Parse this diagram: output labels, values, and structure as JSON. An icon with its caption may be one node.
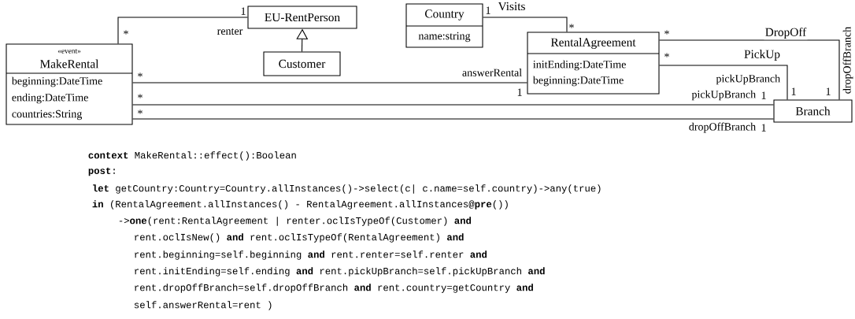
{
  "diagram": {
    "nodes": [
      {
        "text": [
          "«event»",
          "MakeRental",
          "beginning:DateTime",
          "ending:DateTime",
          "countries:String"
        ]
      },
      {
        "text": [
          "EU-RentPerson"
        ]
      },
      {
        "text": [
          "Customer"
        ]
      },
      {
        "text": [
          "Country",
          "name:string"
        ]
      },
      {
        "text": [
          "RentalAgreement",
          "initEnding:DateTime",
          "beginning:DateTime"
        ]
      },
      {
        "text": [
          "Branch"
        ]
      }
    ],
    "edges": [
      {
        "from": 0,
        "to": 1,
        "arrow": "none",
        "label": "renter"
      },
      {
        "from": 2,
        "to": 1,
        "arrow": "to"
      },
      {
        "from": 3,
        "to": 4,
        "arrow": "none",
        "label": "Visits"
      },
      {
        "from": 0,
        "to": 4,
        "arrow": "none",
        "label": "answerRental"
      },
      {
        "from": 0,
        "to": 5,
        "arrow": "none",
        "label": "pickUpBranch"
      },
      {
        "from": 0,
        "to": 5,
        "arrow": "none",
        "label": "dropOffBranch"
      },
      {
        "from": 4,
        "to": 5,
        "arrow": "none",
        "label": "PickUp"
      },
      {
        "from": 4,
        "to": 5,
        "arrow": "none",
        "label": "DropOff"
      }
    ],
    "labels": [
      "1",
      "*",
      "1",
      "*",
      "*",
      "dropOffBranch",
      "*",
      "pickUpBranch",
      "1",
      "1",
      "*",
      "1",
      "*",
      "1",
      "*",
      "1",
      "**context** MakeRental::effect():Boolean",
      "**post**:",
      "**let** getCountry:Country=Country.allInstances()->select(c| c.name=self.country)->any(true)",
      "**in** (RentalAgreement.allInstances() - RentalAgreement.allInstances@**pre**())",
      "->**one**(rent:RentalAgreement | renter.oclIsTypeOf(Customer) **and**",
      "rent.oclIsNew() **and** rent.oclIsTypeOf(RentalAgreement) **and**",
      "rent.beginning=self.beginning **and** rent.renter=self.renter **and**",
      "rent.initEnding=self.ending **and** rent.pickUpBranch=self.pickUpBranch **and**",
      "rent.dropOffBranch=self.dropOffBranch **and** rent.country=getCountry **and**",
      "self.answerRental=rent )"
    ]
  }
}
